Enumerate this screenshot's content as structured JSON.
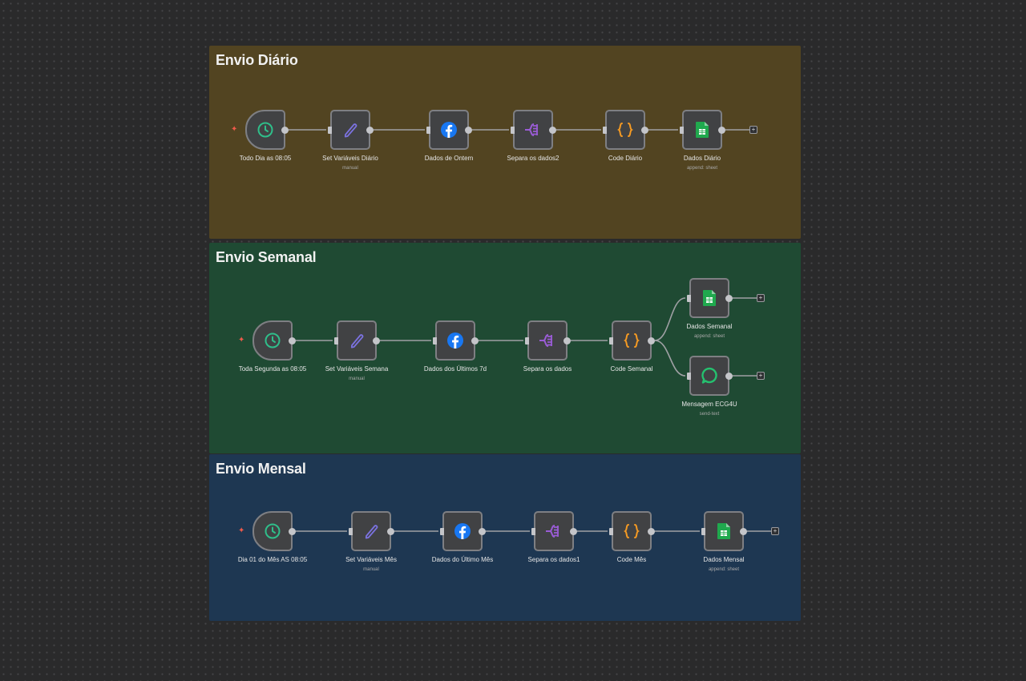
{
  "canvas": {
    "colors": {
      "background": "#2a2a2b",
      "daily_sticky": "#524421",
      "weekly_sticky": "#1f4a33",
      "monthly_sticky": "#1e3752",
      "node_bg": "#414244",
      "node_border": "#7e7f83",
      "edge": "#9fa0a4",
      "trigger_bolt": "#ef5a4a"
    }
  },
  "workflows": [
    {
      "id": "daily",
      "title": "Envio Diário",
      "nodes": [
        {
          "id": "d1",
          "label": "Todo Dia as 08:05",
          "sublabel": "",
          "icon": "clock-icon",
          "type": "trigger"
        },
        {
          "id": "d2",
          "label": "Set Variáveis Diário",
          "sublabel": "manual",
          "icon": "pencil-icon",
          "type": "set"
        },
        {
          "id": "d3",
          "label": "Dados de Ontem",
          "sublabel": "",
          "icon": "facebook-icon",
          "type": "facebook"
        },
        {
          "id": "d4",
          "label": "Separa os dados2",
          "sublabel": "",
          "icon": "split-out-icon",
          "type": "split"
        },
        {
          "id": "d5",
          "label": "Code Diário",
          "sublabel": "",
          "icon": "code-braces-icon",
          "type": "code"
        },
        {
          "id": "d6",
          "label": "Dados Diário",
          "sublabel": "append: sheet",
          "icon": "google-sheets-icon",
          "type": "sheets"
        }
      ]
    },
    {
      "id": "weekly",
      "title": "Envio Semanal",
      "nodes": [
        {
          "id": "w1",
          "label": "Toda Segunda as 08:05",
          "sublabel": "",
          "icon": "clock-icon",
          "type": "trigger"
        },
        {
          "id": "w2",
          "label": "Set Variáveis Semana",
          "sublabel": "manual",
          "icon": "pencil-icon",
          "type": "set"
        },
        {
          "id": "w3",
          "label": "Dados dos Últimos 7d",
          "sublabel": "",
          "icon": "facebook-icon",
          "type": "facebook"
        },
        {
          "id": "w4",
          "label": "Separa os dados",
          "sublabel": "",
          "icon": "split-out-icon",
          "type": "split"
        },
        {
          "id": "w5",
          "label": "Code Semanal",
          "sublabel": "",
          "icon": "code-braces-icon",
          "type": "code"
        },
        {
          "id": "w6",
          "label": "Dados Semanal",
          "sublabel": "append: sheet",
          "icon": "google-sheets-icon",
          "type": "sheets"
        },
        {
          "id": "w7",
          "label": "Mensagem ECG4U",
          "sublabel": "send-text",
          "icon": "chat-bubble-icon",
          "type": "message"
        }
      ]
    },
    {
      "id": "monthly",
      "title": "Envio Mensal",
      "nodes": [
        {
          "id": "m1",
          "label": "Dia 01 do Mês AS 08:05",
          "sublabel": "",
          "icon": "clock-icon",
          "type": "trigger"
        },
        {
          "id": "m2",
          "label": "Set Variáveis Mês",
          "sublabel": "manual",
          "icon": "pencil-icon",
          "type": "set"
        },
        {
          "id": "m3",
          "label": "Dados do Último Mês",
          "sublabel": "",
          "icon": "facebook-icon",
          "type": "facebook"
        },
        {
          "id": "m4",
          "label": "Separa os dados1",
          "sublabel": "",
          "icon": "split-out-icon",
          "type": "split"
        },
        {
          "id": "m5",
          "label": "Code Mês",
          "sublabel": "",
          "icon": "code-braces-icon",
          "type": "code"
        },
        {
          "id": "m6",
          "label": "Dados Mensal",
          "sublabel": "append: sheet",
          "icon": "google-sheets-icon",
          "type": "sheets"
        }
      ]
    }
  ],
  "add_button_glyph": "+"
}
